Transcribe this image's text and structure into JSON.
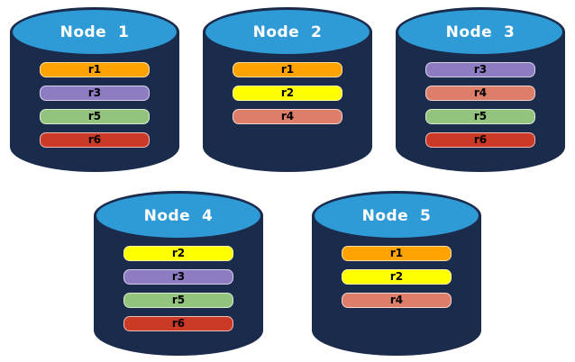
{
  "diagram": {
    "description": "Five database nodes with replicated partitions",
    "cylinder": {
      "body_color": "#1B2B4C",
      "top_color": "#2F9BD6"
    },
    "replica_colors": {
      "r1": "#FFA303",
      "r2": "#FFFF00",
      "r3": "#8E7CC3",
      "r4": "#DD7E6B",
      "r5": "#93C47D",
      "r6": "#CB3927"
    },
    "nodes": [
      {
        "label": "Node  1",
        "row": 0,
        "replicas": [
          "r1",
          "r3",
          "r5",
          "r6"
        ]
      },
      {
        "label": "Node  2",
        "row": 0,
        "replicas": [
          "r1",
          "r2",
          "r4"
        ]
      },
      {
        "label": "Node  3",
        "row": 0,
        "replicas": [
          "r3",
          "r4",
          "r5",
          "r6"
        ]
      },
      {
        "label": "Node  4",
        "row": 1,
        "replicas": [
          "r2",
          "r3",
          "r5",
          "r6"
        ]
      },
      {
        "label": "Node  5",
        "row": 1,
        "replicas": [
          "r1",
          "r2",
          "r4"
        ]
      }
    ]
  }
}
